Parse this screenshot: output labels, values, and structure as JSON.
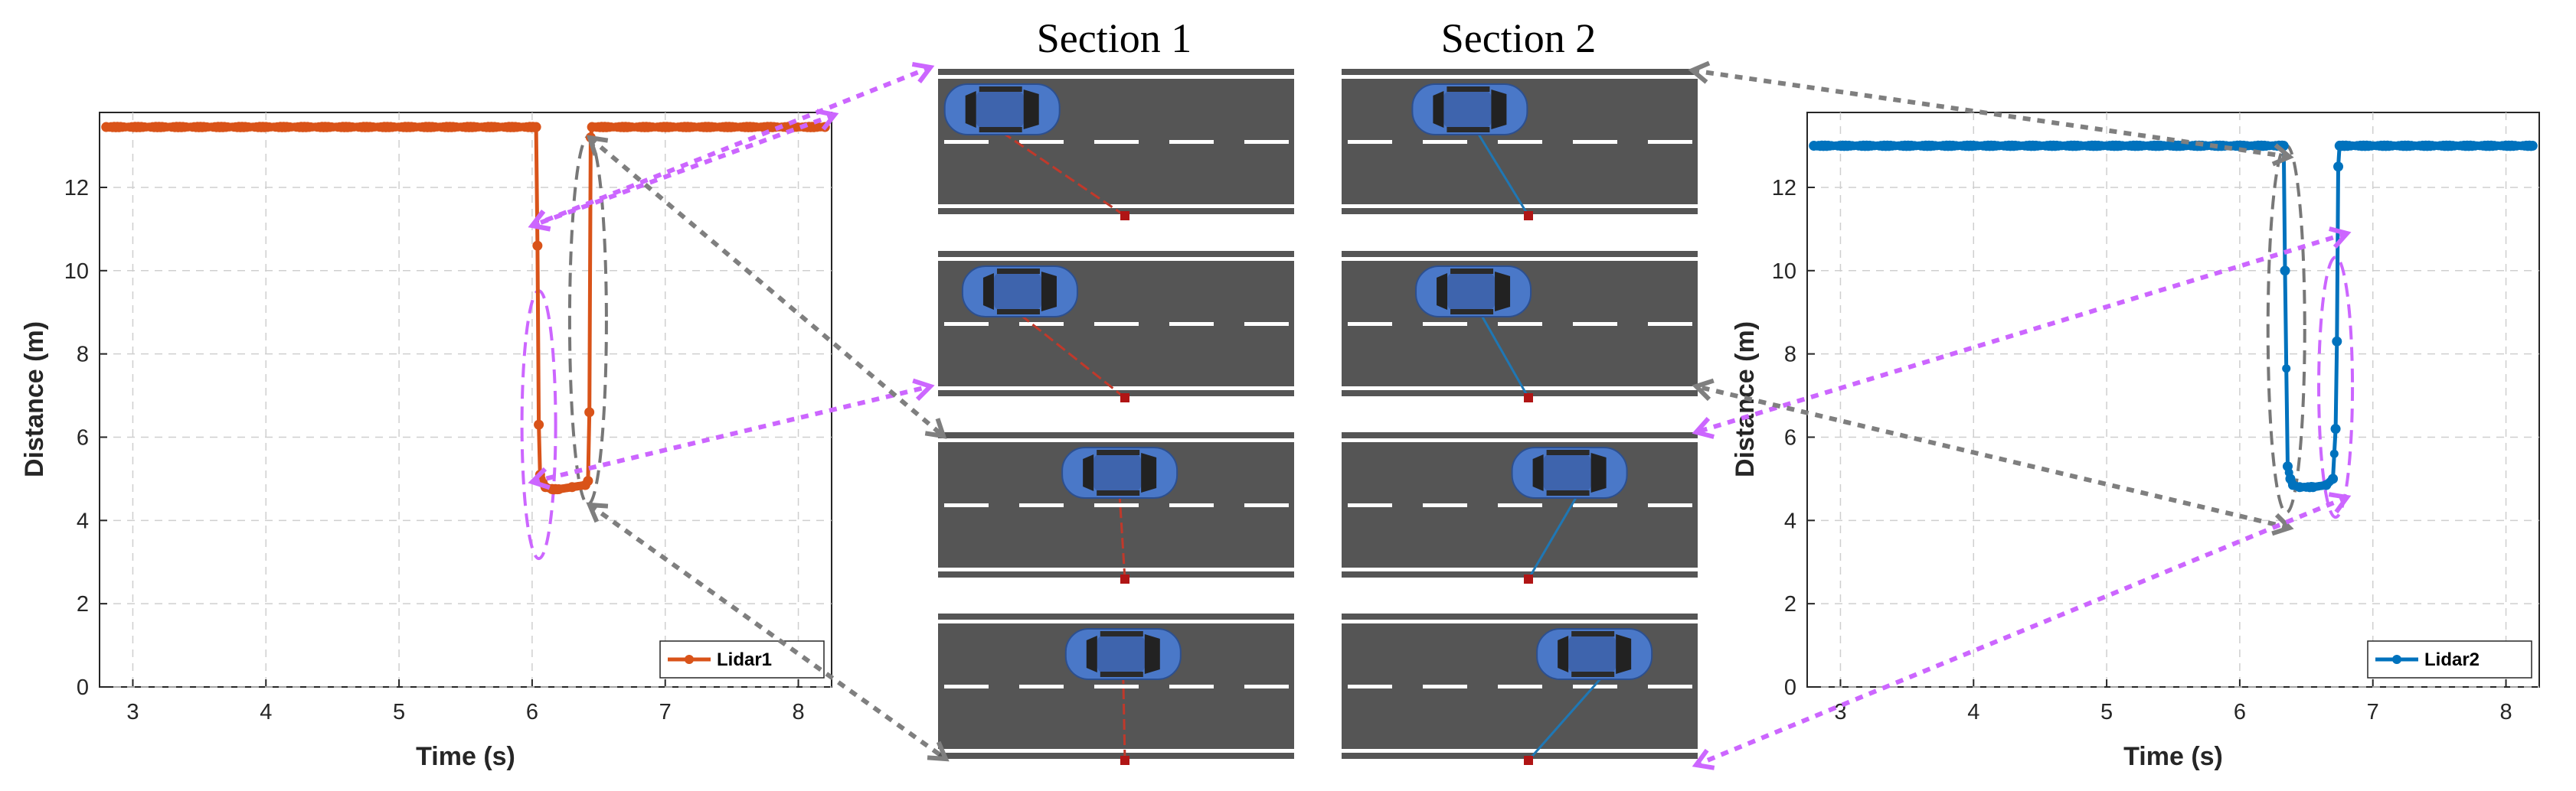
{
  "sections": [
    {
      "title": "Section 1"
    },
    {
      "title": "Section 2"
    }
  ],
  "chart_data": [
    {
      "type": "line",
      "xlabel": "Time (s)",
      "ylabel": "Distance (m)",
      "xlim": [
        2.75,
        8.25
      ],
      "ylim": [
        0,
        13.8
      ],
      "x_ticks": [
        3,
        4,
        5,
        6,
        7,
        8
      ],
      "y_ticks": [
        0,
        2,
        4,
        6,
        8,
        10,
        12
      ],
      "grid": true,
      "legend_position": "bottom-right",
      "color": "#d95319",
      "series": [
        {
          "name": "Lidar1",
          "x": [
            2.8,
            6.03,
            6.04,
            6.05,
            6.06,
            6.08,
            6.1,
            6.15,
            6.2,
            6.3,
            6.4,
            6.42,
            6.43,
            6.44,
            6.45,
            8.2
          ],
          "y": [
            13.45,
            13.45,
            10.6,
            6.3,
            5.1,
            4.9,
            4.8,
            4.75,
            4.75,
            4.8,
            4.85,
            4.95,
            6.6,
            13.2,
            13.45,
            13.45
          ]
        }
      ],
      "annotations": {
        "magenta_ellipse_center": [
          6.05,
          6.3
        ],
        "gray_ellipse_center": [
          6.42,
          8.8
        ]
      }
    },
    {
      "type": "line",
      "xlabel": "Time (s)",
      "ylabel": "Distance (m)",
      "xlim": [
        2.75,
        8.25
      ],
      "ylim": [
        0,
        13.8
      ],
      "x_ticks": [
        3,
        4,
        5,
        6,
        7,
        8
      ],
      "y_ticks": [
        0,
        2,
        4,
        6,
        8,
        10,
        12
      ],
      "grid": true,
      "legend_position": "bottom-right",
      "color": "#0072bd",
      "series": [
        {
          "name": "Lidar2",
          "x": [
            2.8,
            6.33,
            6.34,
            6.36,
            6.38,
            6.4,
            6.45,
            6.55,
            6.65,
            6.7,
            6.72,
            6.73,
            6.74,
            6.75,
            8.2
          ],
          "y": [
            13.0,
            13.0,
            10.0,
            5.3,
            5.0,
            4.85,
            4.8,
            4.8,
            4.85,
            5.0,
            6.2,
            8.3,
            12.5,
            13.0,
            13.0
          ]
        }
      ],
      "annotations": {
        "gray_ellipse_center": [
          6.35,
          8.6
        ],
        "magenta_ellipse_center": [
          6.72,
          7.2
        ]
      }
    }
  ],
  "scenes": {
    "road_color": "#555555",
    "lane_color": "#ffffff",
    "car_color": "#4a78c8",
    "lidar1_ray_color": "#c0392b",
    "lidar2_ray_color": "#1f77b4",
    "sensor_color": "#b01515",
    "car_x_section1": [
      0.18,
      0.23,
      0.51,
      0.52
    ],
    "car_x_section2": [
      0.36,
      0.37,
      0.64,
      0.71
    ]
  },
  "arrow_colors": {
    "magenta": "#cc66ff",
    "gray": "#7f7f7f"
  }
}
